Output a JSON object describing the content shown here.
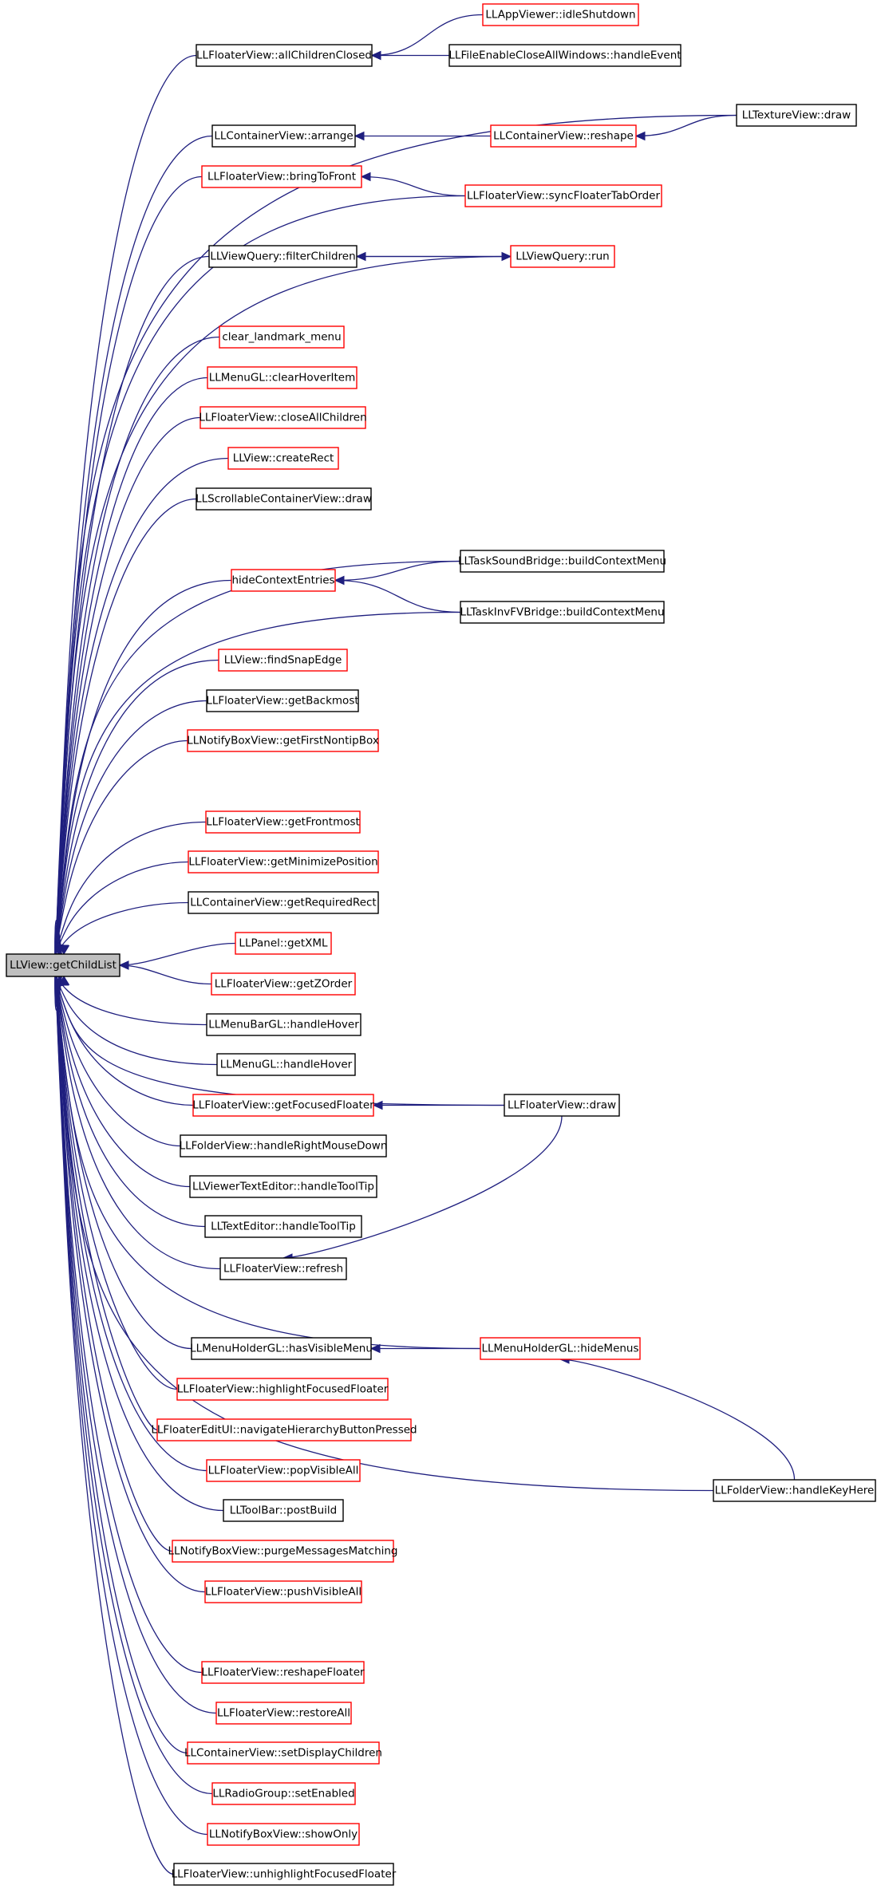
{
  "diagram": {
    "title": "",
    "colors": {
      "edge": "#1f1f7f",
      "root_fill": "#bfbfbf",
      "border_default": "#000000",
      "border_undocumented": "#ff0000"
    },
    "root": {
      "id": "root",
      "label": "LLView::getChildList"
    },
    "nodes": [
      {
        "id": "n_appviewer_idle",
        "label": "LLAppViewer::idleShutdown",
        "border": "red"
      },
      {
        "id": "n_floater_allclosed",
        "label": "LLFloaterView::allChildrenClosed",
        "border": "black"
      },
      {
        "id": "n_fileenable",
        "label": "LLFileEnableCloseAllWindows::handleEvent",
        "border": "black"
      },
      {
        "id": "n_texture_draw",
        "label": "LLTextureView::draw",
        "border": "black"
      },
      {
        "id": "n_container_arrange",
        "label": "LLContainerView::arrange",
        "border": "black"
      },
      {
        "id": "n_container_reshape",
        "label": "LLContainerView::reshape",
        "border": "red"
      },
      {
        "id": "n_floater_bringfront",
        "label": "LLFloaterView::bringToFront",
        "border": "red"
      },
      {
        "id": "n_floater_synctab",
        "label": "LLFloaterView::syncFloaterTabOrder",
        "border": "red"
      },
      {
        "id": "n_viewquery_filter",
        "label": "LLViewQuery::filterChildren",
        "border": "black"
      },
      {
        "id": "n_viewquery_run",
        "label": "LLViewQuery::run",
        "border": "red"
      },
      {
        "id": "n_clear_landmark",
        "label": "clear_landmark_menu",
        "border": "red"
      },
      {
        "id": "n_menugl_clearhover",
        "label": "LLMenuGL::clearHoverItem",
        "border": "red"
      },
      {
        "id": "n_floater_closeall",
        "label": "LLFloaterView::closeAllChildren",
        "border": "red"
      },
      {
        "id": "n_view_createrect",
        "label": "LLView::createRect",
        "border": "red"
      },
      {
        "id": "n_scroll_draw",
        "label": "LLScrollableContainerView::draw",
        "border": "black"
      },
      {
        "id": "n_tasksound",
        "label": "LLTaskSoundBridge::buildContextMenu",
        "border": "black"
      },
      {
        "id": "n_hidecontext",
        "label": "hideContextEntries",
        "border": "red"
      },
      {
        "id": "n_taskinv",
        "label": "LLTaskInvFVBridge::buildContextMenu",
        "border": "black"
      },
      {
        "id": "n_view_findsnap",
        "label": "LLView::findSnapEdge",
        "border": "red"
      },
      {
        "id": "n_floater_backmost",
        "label": "LLFloaterView::getBackmost",
        "border": "black"
      },
      {
        "id": "n_notify_firstnontip",
        "label": "LLNotifyBoxView::getFirstNontipBox",
        "border": "red"
      },
      {
        "id": "n_floater_frontmost",
        "label": "LLFloaterView::getFrontmost",
        "border": "red"
      },
      {
        "id": "n_floater_minpos",
        "label": "LLFloaterView::getMinimizePosition",
        "border": "red"
      },
      {
        "id": "n_container_reqrect",
        "label": "LLContainerView::getRequiredRect",
        "border": "black"
      },
      {
        "id": "n_panel_getxml",
        "label": "LLPanel::getXML",
        "border": "red"
      },
      {
        "id": "n_floater_zorder",
        "label": "LLFloaterView::getZOrder",
        "border": "red"
      },
      {
        "id": "n_menubar_hover",
        "label": "LLMenuBarGL::handleHover",
        "border": "black"
      },
      {
        "id": "n_menugl_hover",
        "label": "LLMenuGL::handleHover",
        "border": "black"
      },
      {
        "id": "n_floater_focused",
        "label": "LLFloaterView::getFocusedFloater",
        "border": "red"
      },
      {
        "id": "n_floater_draw",
        "label": "LLFloaterView::draw",
        "border": "black"
      },
      {
        "id": "n_folder_rightmouse",
        "label": "LLFolderView::handleRightMouseDown",
        "border": "black"
      },
      {
        "id": "n_viewertext_tooltip",
        "label": "LLViewerTextEditor::handleToolTip",
        "border": "black"
      },
      {
        "id": "n_texteditor_tooltip",
        "label": "LLTextEditor::handleToolTip",
        "border": "black"
      },
      {
        "id": "n_floater_refresh",
        "label": "LLFloaterView::refresh",
        "border": "black"
      },
      {
        "id": "n_menuholder_hasvisible",
        "label": "LLMenuHolderGL::hasVisibleMenu",
        "border": "black"
      },
      {
        "id": "n_menuholder_hidemenus",
        "label": "LLMenuHolderGL::hideMenus",
        "border": "red"
      },
      {
        "id": "n_floater_highlight",
        "label": "LLFloaterView::highlightFocusedFloater",
        "border": "red"
      },
      {
        "id": "n_floateredit_nav",
        "label": "LLFloaterEditUI::navigateHierarchyButtonPressed",
        "border": "red"
      },
      {
        "id": "n_folder_keyhere",
        "label": "LLFolderView::handleKeyHere",
        "border": "black"
      },
      {
        "id": "n_floater_popvisible",
        "label": "LLFloaterView::popVisibleAll",
        "border": "red"
      },
      {
        "id": "n_toolbar_postbuild",
        "label": "LLToolBar::postBuild",
        "border": "black"
      },
      {
        "id": "n_notify_purge",
        "label": "LLNotifyBoxView::purgeMessagesMatching",
        "border": "red"
      },
      {
        "id": "n_floater_pushvisible",
        "label": "LLFloaterView::pushVisibleAll",
        "border": "red"
      },
      {
        "id": "n_floater_reshapefl",
        "label": "LLFloaterView::reshapeFloater",
        "border": "red"
      },
      {
        "id": "n_floater_restoreall",
        "label": "LLFloaterView::restoreAll",
        "border": "red"
      },
      {
        "id": "n_container_setdisplay",
        "label": "LLContainerView::setDisplayChildren",
        "border": "red"
      },
      {
        "id": "n_radio_setenabled",
        "label": "LLRadioGroup::setEnabled",
        "border": "red"
      },
      {
        "id": "n_notify_showonly",
        "label": "LLNotifyBoxView::showOnly",
        "border": "red"
      },
      {
        "id": "n_floater_unhighlight",
        "label": "LLFloaterView::unhighlightFocusedFloater",
        "border": "black"
      }
    ],
    "edges": [
      {
        "from": "n_floater_allclosed",
        "to": "root"
      },
      {
        "from": "n_appviewer_idle",
        "to": "n_floater_allclosed"
      },
      {
        "from": "n_fileenable",
        "to": "n_floater_allclosed"
      },
      {
        "from": "n_texture_draw",
        "to": "root"
      },
      {
        "from": "n_container_arrange",
        "to": "root"
      },
      {
        "from": "n_container_reshape",
        "to": "n_container_arrange"
      },
      {
        "from": "n_texture_draw",
        "to": "n_container_reshape"
      },
      {
        "from": "n_floater_bringfront",
        "to": "root"
      },
      {
        "from": "n_floater_synctab",
        "to": "n_floater_bringfront"
      },
      {
        "from": "n_floater_synctab",
        "to": "root"
      },
      {
        "from": "n_viewquery_filter",
        "to": "root"
      },
      {
        "from": "n_viewquery_run",
        "to": "n_viewquery_filter"
      },
      {
        "from": "n_viewquery_filter",
        "to": "n_viewquery_run"
      },
      {
        "from": "n_viewquery_run",
        "to": "root"
      },
      {
        "from": "n_clear_landmark",
        "to": "root"
      },
      {
        "from": "n_menugl_clearhover",
        "to": "root"
      },
      {
        "from": "n_floater_closeall",
        "to": "root"
      },
      {
        "from": "n_view_createrect",
        "to": "root"
      },
      {
        "from": "n_scroll_draw",
        "to": "root"
      },
      {
        "from": "n_tasksound",
        "to": "root"
      },
      {
        "from": "n_hidecontext",
        "to": "root"
      },
      {
        "from": "n_tasksound",
        "to": "n_hidecontext"
      },
      {
        "from": "n_taskinv",
        "to": "n_hidecontext"
      },
      {
        "from": "n_taskinv",
        "to": "root"
      },
      {
        "from": "n_view_findsnap",
        "to": "root"
      },
      {
        "from": "n_floater_backmost",
        "to": "root"
      },
      {
        "from": "n_notify_firstnontip",
        "to": "root"
      },
      {
        "from": "n_floater_draw",
        "to": "root"
      },
      {
        "from": "n_floater_frontmost",
        "to": "root"
      },
      {
        "from": "n_floater_minpos",
        "to": "root"
      },
      {
        "from": "n_container_reqrect",
        "to": "root"
      },
      {
        "from": "n_panel_getxml",
        "to": "root"
      },
      {
        "from": "n_floater_zorder",
        "to": "root"
      },
      {
        "from": "n_menubar_hover",
        "to": "root"
      },
      {
        "from": "n_menugl_hover",
        "to": "root"
      },
      {
        "from": "n_floater_focused",
        "to": "root"
      },
      {
        "from": "n_floater_draw",
        "to": "n_floater_focused"
      },
      {
        "from": "n_folder_rightmouse",
        "to": "root"
      },
      {
        "from": "n_viewertext_tooltip",
        "to": "root"
      },
      {
        "from": "n_texteditor_tooltip",
        "to": "root"
      },
      {
        "from": "n_floater_refresh",
        "to": "root"
      },
      {
        "from": "n_floater_draw",
        "to": "n_floater_refresh"
      },
      {
        "from": "n_menuholder_hidemenus",
        "to": "root"
      },
      {
        "from": "n_menuholder_hasvisible",
        "to": "root"
      },
      {
        "from": "n_menuholder_hidemenus",
        "to": "n_menuholder_hasvisible"
      },
      {
        "from": "n_folder_keyhere",
        "to": "n_menuholder_hidemenus"
      },
      {
        "from": "n_floater_highlight",
        "to": "root"
      },
      {
        "from": "n_floateredit_nav",
        "to": "root"
      },
      {
        "from": "n_floater_popvisible",
        "to": "root"
      },
      {
        "from": "n_toolbar_postbuild",
        "to": "root"
      },
      {
        "from": "n_notify_purge",
        "to": "root"
      },
      {
        "from": "n_floater_pushvisible",
        "to": "root"
      },
      {
        "from": "n_folder_keyhere",
        "to": "root"
      },
      {
        "from": "n_floater_reshapefl",
        "to": "root"
      },
      {
        "from": "n_floater_restoreall",
        "to": "root"
      },
      {
        "from": "n_container_setdisplay",
        "to": "root"
      },
      {
        "from": "n_radio_setenabled",
        "to": "root"
      },
      {
        "from": "n_notify_showonly",
        "to": "root"
      },
      {
        "from": "n_floater_unhighlight",
        "to": "root"
      }
    ]
  }
}
